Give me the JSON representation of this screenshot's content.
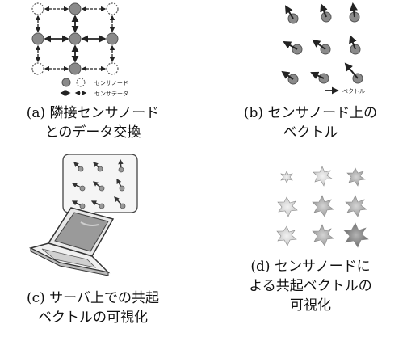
{
  "panel_a": {
    "caption": [
      "(a) 隣接センサノード",
      "とのデータ交換"
    ],
    "legend": {
      "node": "センサノード",
      "data": "センサデータ"
    }
  },
  "panel_b": {
    "caption": [
      "(b) センサノード上の",
      "ベクトル"
    ],
    "legend": {
      "vector": "ベクトル"
    }
  },
  "panel_c": {
    "caption": [
      "(c) サーバ上での共起",
      "ベクトルの可視化"
    ]
  },
  "panel_d": {
    "caption": [
      "(d) センサノードに",
      "よる共起ベクトルの",
      "可視化"
    ]
  },
  "colors": {
    "node_fill": "#8a8a8a",
    "node_outline": "#555555",
    "arrow": "#222222",
    "star_light": "#d8d8d8",
    "star_dark": "#8e8e8e"
  }
}
